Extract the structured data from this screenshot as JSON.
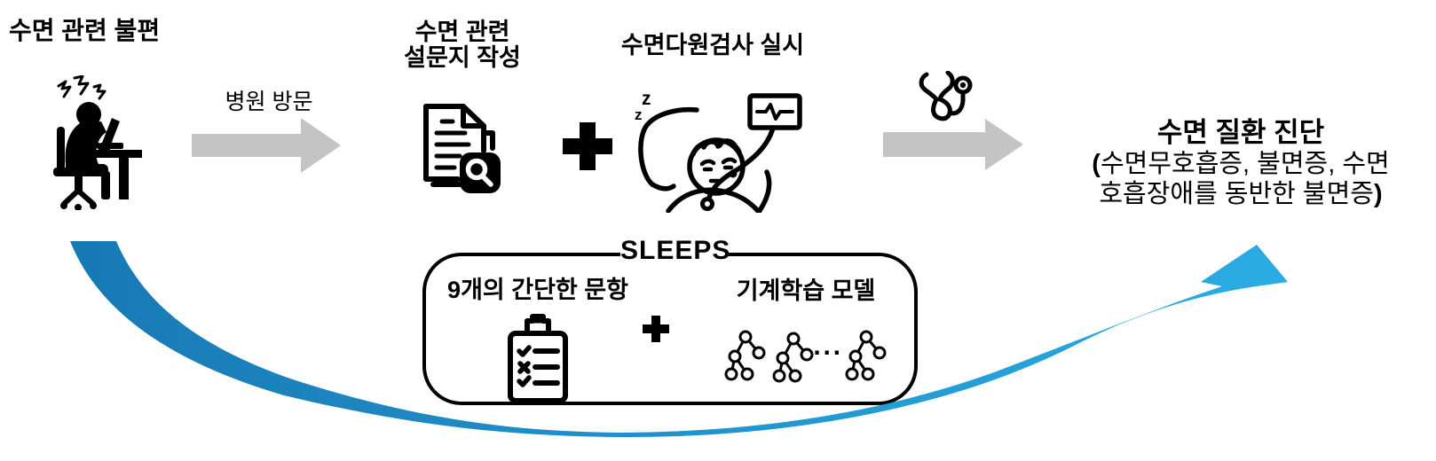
{
  "colors": {
    "ink": "#000000",
    "arrow_gray": "#C4C4C4",
    "swoosh_start": "#1879B4",
    "swoosh_end": "#2AACE3"
  },
  "flow": {
    "stage1_title": "수면 관련 불편",
    "visit_arrow_label": "병원 방문",
    "stage2_title_line1": "수면 관련",
    "stage2_title_line2": "설문지 작성",
    "plus_sign": "+",
    "stage3_title": "수면다원검사 실시",
    "sleep_z_large": "z",
    "sleep_z_small": "z",
    "diagnosis_title": "수면 질환 진단",
    "diagnosis_paren_open": "(",
    "diagnosis_detail_line1": "수면무호흡증, 불면증, 수면",
    "diagnosis_detail_line2": "호흡장애를 동반한 불면증",
    "diagnosis_paren_close": ")"
  },
  "sleeps": {
    "title": "SLEEPS",
    "questions_label": "9개의 간단한 문항",
    "plus_sign": "+",
    "model_label": "기계학습 모델",
    "ellipsis": "···"
  },
  "icons": [
    "person-at-desk-icon",
    "questionnaire-document-icon",
    "polysomnography-icon",
    "stethoscope-icon",
    "checklist-clipboard-icon",
    "decision-trees-icon"
  ]
}
